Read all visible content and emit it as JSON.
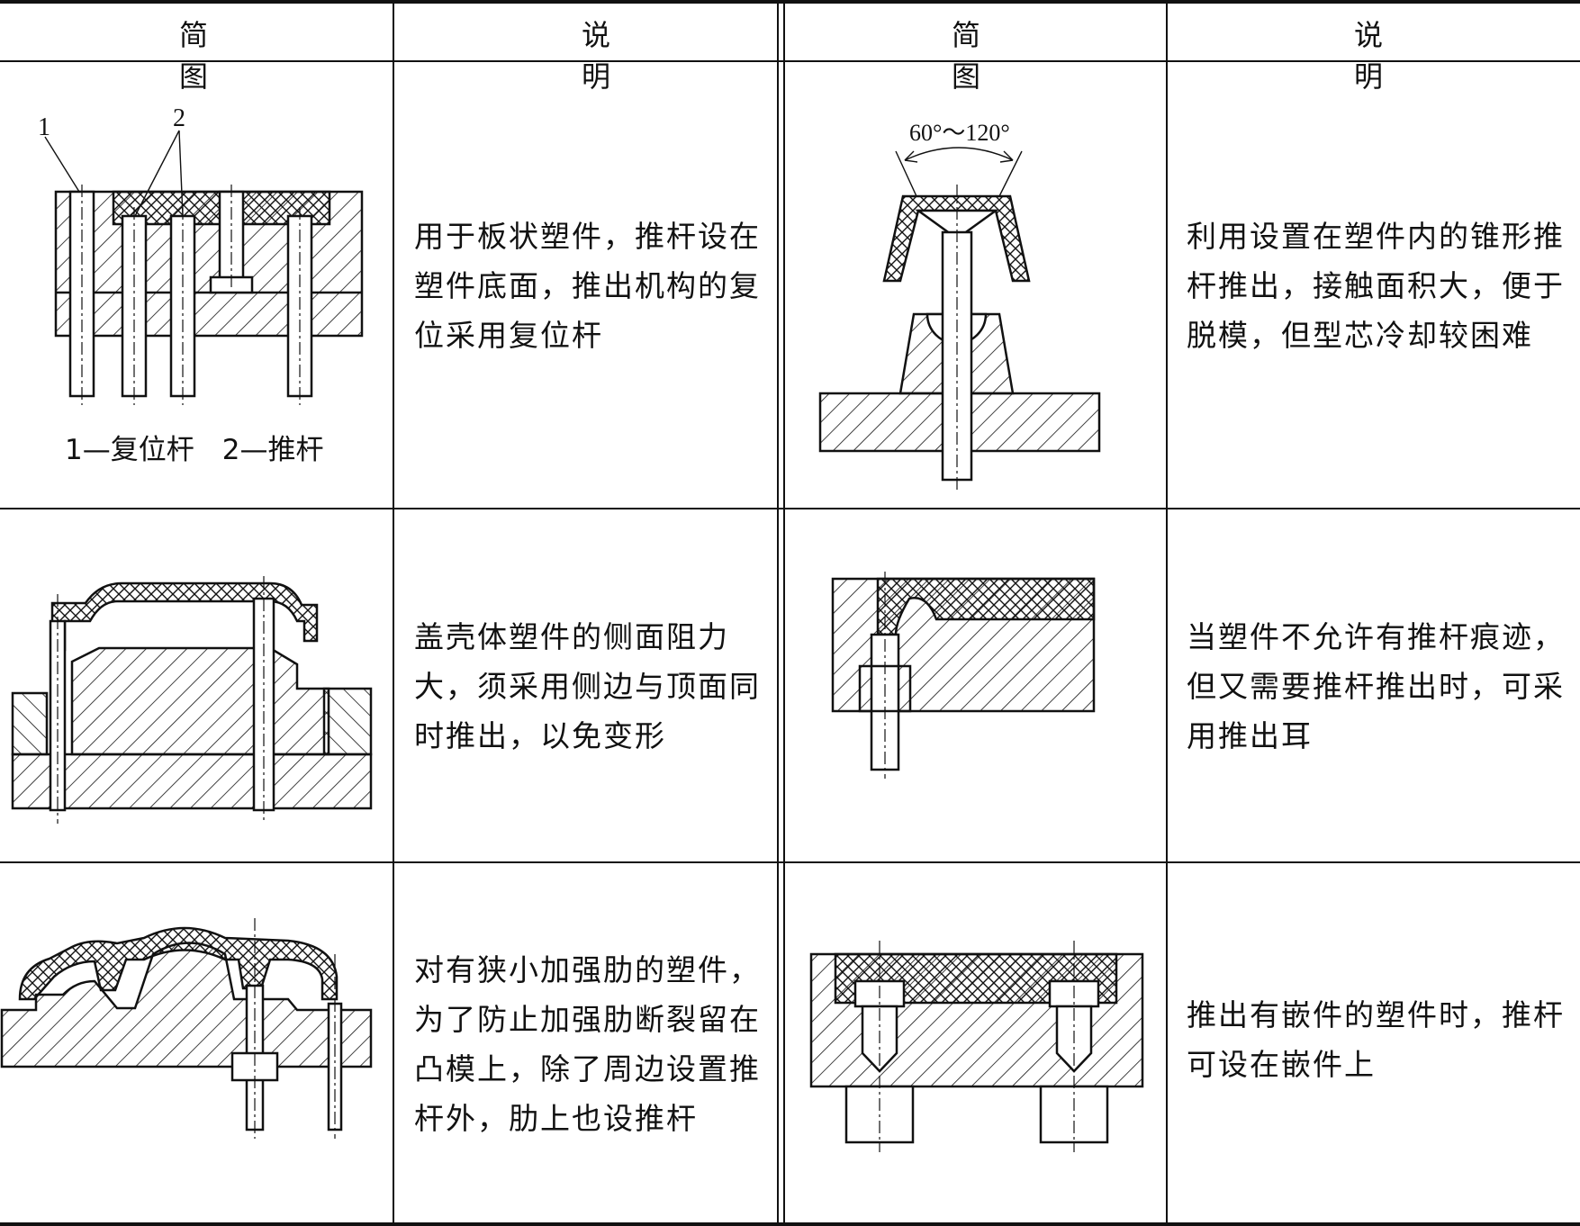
{
  "header": {
    "col1": "简 图",
    "col2": "说 明",
    "col3": "简 图",
    "col4": "说 明"
  },
  "rows": [
    {
      "left_caption": "1—复位杆　2—推杆",
      "left_label_1": "1",
      "left_label_2": "2",
      "left_desc": "用于板状塑件，推杆设在塑件底面，推出机构的复位采用复位杆",
      "right_angle_label": "60°～120°",
      "right_desc": "利用设置在塑件内的锥形推杆推出，接触面积大，便于脱模，但型芯冷却较困难"
    },
    {
      "left_desc": "盖壳体塑件的侧面阻力大，须采用侧边与顶面同时推出，以免变形",
      "right_desc": "当塑件不允许有推杆痕迹，但又需要推杆推出时，可采用推出耳"
    },
    {
      "left_desc": "对有狭小加强肋的塑件，为了防止加强肋断裂留在凸模上，除了周边设置推杆外，肋上也设推杆",
      "right_desc": "推出有嵌件的塑件时，推杆可设在嵌件上"
    }
  ]
}
